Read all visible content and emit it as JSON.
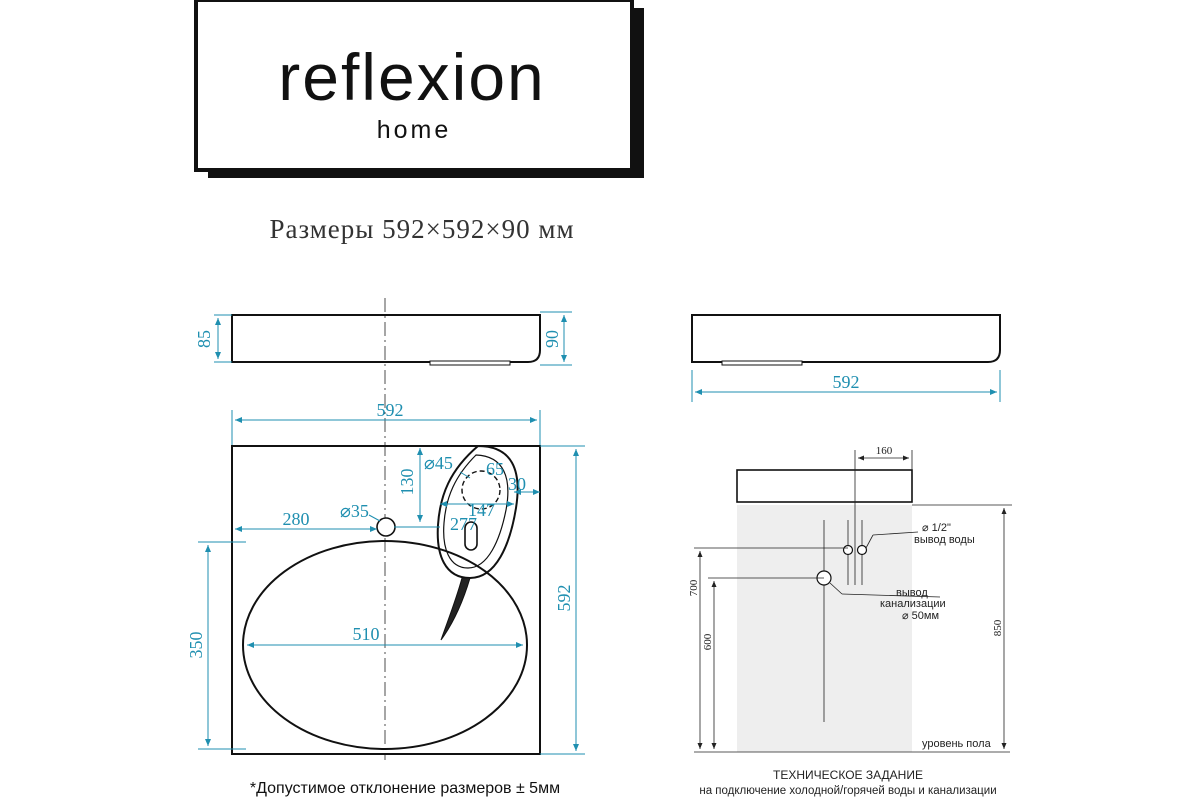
{
  "logo": {
    "brand": "reflexion",
    "sub": "home"
  },
  "heading": "Размеры 592×592×90 мм",
  "dims": {
    "left_side_height": "85",
    "right_side_height": "90",
    "top_width": "592",
    "side_width": "592",
    "faucet_offset_top": "130",
    "faucet_hole_d": "⌀45",
    "faucet_65": "65",
    "faucet_30": "30",
    "faucet_147": "147",
    "faucet_277": "277",
    "overflow_d": "⌀35",
    "overflow_280": "280",
    "bowl_height": "350",
    "bowl_width": "510",
    "total_depth": "592",
    "spacing_160": "160",
    "height_700": "700",
    "height_600": "600",
    "height_850": "850"
  },
  "tech_labels": {
    "water_line1": "⌀ 1/2\"",
    "water_line2": "вывод воды",
    "drain_line1": "вывод",
    "drain_line2": "канализации",
    "drain_line3": "⌀ 50мм",
    "floor": "уровень пола"
  },
  "footnote": "*Допустимое отклонение размеров ± 5мм",
  "tech_title": "ТЕХНИЧЕСКОЕ ЗАДАНИЕ",
  "tech_subtitle": "на подключение холодной/горячей воды и канализации",
  "colors": {
    "dimension": "#1f8fb0",
    "outline": "#111111",
    "wall": "#eeeeee"
  }
}
